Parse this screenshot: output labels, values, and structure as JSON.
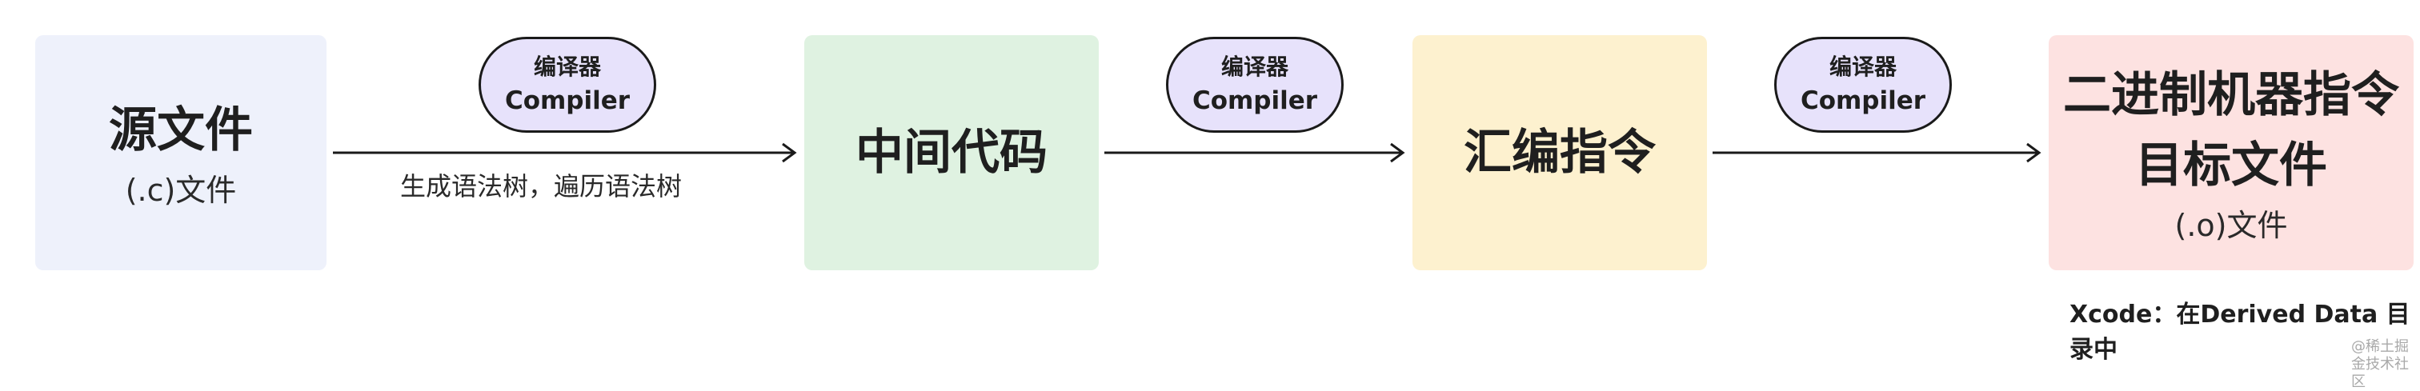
{
  "nodes": {
    "source": {
      "title": "源文件",
      "sub": "(.c)文件"
    },
    "intermediate": {
      "title": "中间代码"
    },
    "assembly": {
      "title": "汇编指令"
    },
    "binary": {
      "title_line1": "二进制机器指令",
      "title_line2": "目标文件",
      "sub": "(.o)文件"
    }
  },
  "compilers": [
    {
      "label_cn": "编译器",
      "label_en": "Compiler"
    },
    {
      "label_cn": "编译器",
      "label_en": "Compiler"
    },
    {
      "label_cn": "编译器",
      "label_en": "Compiler"
    }
  ],
  "edge_label": "生成语法树，遍历语法树",
  "note": "Xcode：在Derived Data 目录中",
  "watermark": "@稀土掘金技术社区",
  "colors": {
    "source_bg": "#eef1fb",
    "intermediate_bg": "#dff2e1",
    "assembly_bg": "#fdf1cf",
    "binary_bg": "#fde2e1",
    "pill_bg": "#e7e2fb"
  }
}
